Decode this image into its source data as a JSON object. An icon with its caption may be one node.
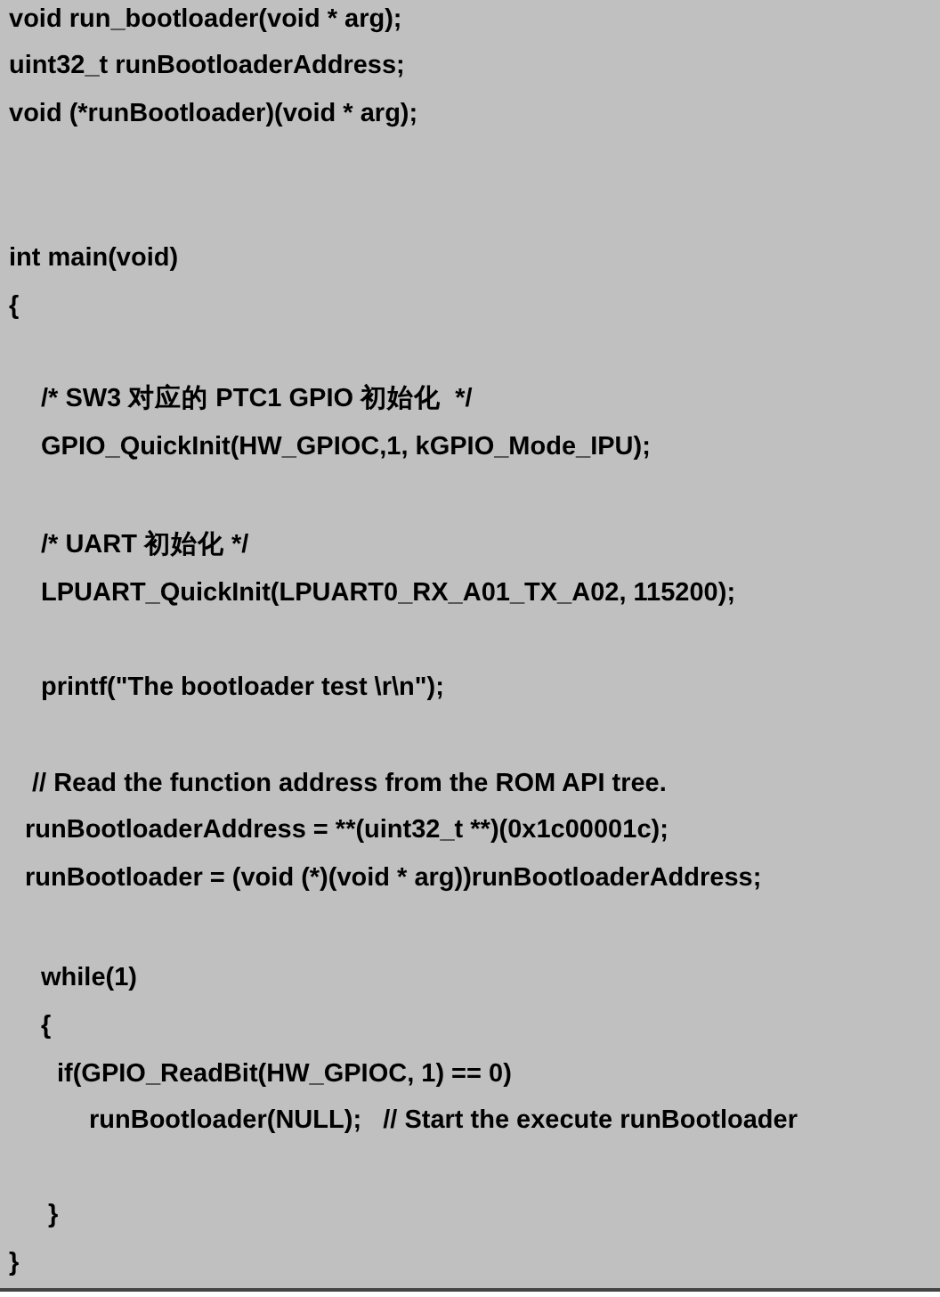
{
  "diagram": {
    "labels": [
      "void run_bootloader(void * arg);",
      "uint32_t runBootloaderAddress;",
      "void (*runBootloader)(void * arg);",
      "int main(void)",
      "{",
      "/* SW3 对应的 PTC1 GPIO 初始化  */",
      "GPIO_QuickInit(HW_GPIOC,1, kGPIO_Mode_IPU);",
      "/* UART 初始化 */",
      "LPUART_QuickInit(LPUART0_RX_A01_TX_A02, 115200);",
      "printf(\"The bootloader test \\r\\n\");",
      "// Read the function address from the ROM API tree.",
      "runBootloaderAddress = **(uint32_t **)(0x1c00001c);",
      "runBootloader = (void (*)(void * arg))runBootloaderAddress;",
      "while(1)",
      "{",
      "if(GPIO_ReadBit(HW_GPIOC, 1) == 0)",
      "runBootloader(NULL);   // Start the execute runBootloader",
      "}",
      "}"
    ]
  }
}
